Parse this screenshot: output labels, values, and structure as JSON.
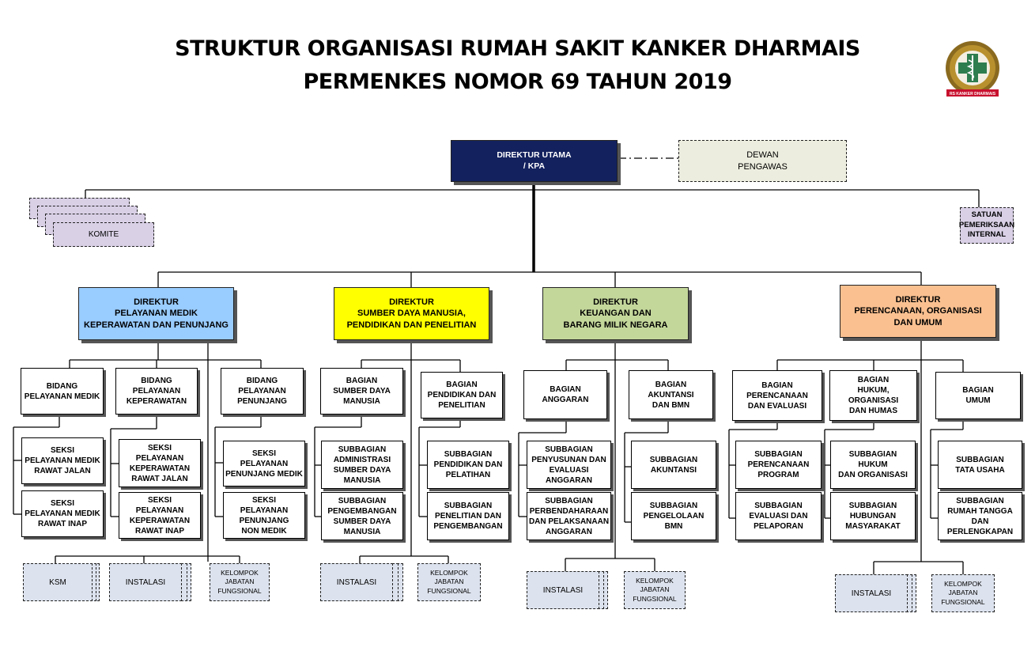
{
  "title": {
    "line1": "STRUKTUR ORGANISASI RUMAH SAKIT KANKER DHARMAIS",
    "line2": "PERMENKES NOMOR 69 TAHUN 2019"
  },
  "logo": {
    "text": "RS KANKER DHARMAIS",
    "icon": "hospital-emblem-icon"
  },
  "colors": {
    "navy": "#13215e",
    "medik": "#99ccff",
    "sdm": "#ffff00",
    "keuangan": "#c4d79b",
    "perencanaan": "#fac090",
    "dashed_fill": "#dde3ee",
    "komite_fill": "#d9d0e6",
    "dewan_fill": "#ededdf"
  },
  "top": {
    "direktur_utama": "DIREKTUR UTAMA\n/ KPA",
    "dewan_pengawas": "DEWAN\nPENGAWAS",
    "komite": "KOMITE",
    "spi": "SATUAN\nPEMERIKSAAN\nINTERNAL"
  },
  "directors": {
    "medik": "DIREKTUR\nPELAYANAN MEDIK\nKEPERAWATAN DAN  PENUNJANG",
    "sdm": "DIREKTUR\nSUMBER DAYA MANUSIA,\nPENDIDIKAN DAN PENELITIAN",
    "keuangan": "DIREKTUR\nKEUANGAN DAN\nBARANG MILIK NEGARA",
    "perencanaan": "DIREKTUR\nPERENCANAAN, ORGANISASI\nDAN UMUM"
  },
  "units": {
    "bid_medik": "BIDANG\nPELAYANAN MEDIK",
    "bid_keperawatan": "BIDANG\nPELAYANAN\nKEPERAWATAN",
    "bid_penunjang": "BIDANG\nPELAYANAN\nPENUNJANG",
    "seksi_rawat_jalan": "SEKSI\nPELAYANAN MEDIK\nRAWAT JALAN",
    "seksi_rawat_inap": "SEKSI\nPELAYANAN MEDIK\nRAWAT INAP",
    "seksi_kep_jalan": "SEKSI\nPELAYANAN\nKEPERAWATAN\nRAWAT JALAN",
    "seksi_kep_inap": "SEKSI\nPELAYANAN\nKEPERAWATAN\nRAWAT INAP",
    "seksi_penunjang_medik": "SEKSI\nPELAYANAN\nPENUNJANG MEDIK",
    "seksi_penunjang_nonmedik": "SEKSI\nPELAYANAN\nPENUNJANG\nNON MEDIK",
    "bag_sdm": "BAGIAN\nSUMBER DAYA\nMANUSIA",
    "bag_diklit": "BAGIAN\nPENDIDIKAN DAN\nPENELITIAN",
    "sub_admin_sdm": "SUBBAGIAN\nADMINISTRASI\nSUMBER DAYA\nMANUSIA",
    "sub_pengembangan_sdm": "SUBBAGIAN\nPENGEMBANGAN\nSUMBER DAYA\nMANUSIA",
    "sub_diklat": "SUBBAGIAN\nPENDIDIKAN DAN\nPELATIHAN",
    "sub_litbang": "SUBBAGIAN\nPENELITIAN DAN\nPENGEMBANGAN",
    "bag_anggaran": "BAGIAN\nANGGARAN",
    "bag_akuntansi": "BAGIAN\nAKUNTANSI\nDAN BMN",
    "sub_penyusunan": "SUBBAGIAN\nPENYUSUNAN  DAN\nEVALUASI\nANGGARAN",
    "sub_perbendaharaan": "SUBBAGIAN\nPERBENDAHARAAN\nDAN PELAKSANAAN\nANGGARAN",
    "sub_akuntansi": "SUBBAGIAN\nAKUNTANSI",
    "sub_bmn": "SUBBAGIAN\nPENGELOLAAN\nBMN",
    "bag_perencanaan": "BAGIAN\nPERENCANAAN\nDAN EVALUASI",
    "bag_hukum": "BAGIAN\nHUKUM,\nORGANISASI\nDAN HUMAS",
    "bag_umum": "BAGIAN\nUMUM",
    "sub_program": "SUBBAGIAN\nPERENCANAAN\nPROGRAM",
    "sub_evaluasi": "SUBBAGIAN\nEVALUASI DAN\nPELAPORAN",
    "sub_hukum": "SUBBAGIAN\nHUKUM\nDAN ORGANISASI",
    "sub_humas": "SUBBAGIAN\nHUBUNGAN\nMASYARAKAT",
    "sub_tu": "SUBBAGIAN\nTATA USAHA",
    "sub_rt": "SUBBAGIAN\nRUMAH TANGGA\nDAN PERLENGKAPAN"
  },
  "dashed": {
    "ksm": "KSM",
    "instalasi": "INSTALASI",
    "kjf": "KELOMPOK\nJABATAN\nFUNGSIONAL"
  }
}
